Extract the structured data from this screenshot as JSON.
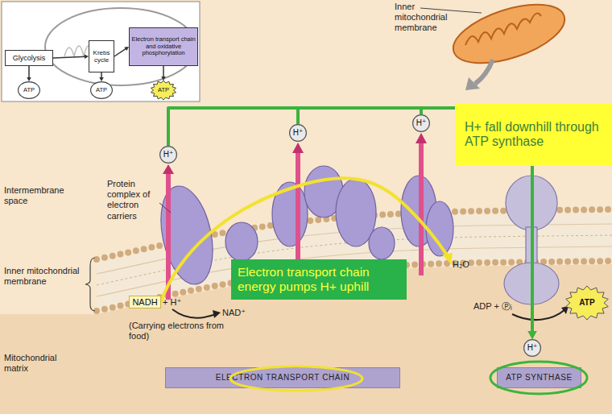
{
  "diagram": {
    "nodes": [
      {
        "text": [
          "Glycolysis"
        ]
      },
      {
        "text": [
          "Krebs cycle"
        ]
      },
      {
        "text": [
          "Electron transport chain and oxidative phosphorylation"
        ]
      },
      {
        "text": [
          "ATP"
        ]
      },
      {
        "text": [
          "ATP"
        ]
      },
      {
        "text": [
          "ATP"
        ]
      },
      {
        "text": [
          "H+ fall downhill through ATP synthase"
        ]
      },
      {
        "text": [
          "Electron transport chain energy pumps H+ uphill"
        ]
      },
      {
        "text": [
          "H⁺"
        ]
      },
      {
        "text": [
          "H⁺"
        ]
      },
      {
        "text": [
          "H⁺"
        ]
      },
      {
        "text": [
          "H⁺"
        ]
      },
      {
        "text": [
          "ATP"
        ]
      },
      {
        "text": [
          "ELECTRON TRANSPORT CHAIN"
        ]
      },
      {
        "text": [
          "ATP SYNTHASE"
        ]
      },
      {
        "text": [
          "NADH"
        ]
      }
    ],
    "edges": [
      {
        "from": 0,
        "to": 1,
        "arrow": "to"
      },
      {
        "from": 1,
        "to": 2,
        "arrow": "to"
      },
      {
        "from": 0,
        "to": 3,
        "arrow": "to"
      },
      {
        "from": 1,
        "to": 4,
        "arrow": "to"
      },
      {
        "from": 2,
        "to": 5,
        "arrow": "to"
      },
      {
        "from": 8,
        "to": 11,
        "arrow": "to"
      },
      {
        "from": 9,
        "to": 11,
        "arrow": "to"
      },
      {
        "from": 10,
        "to": 11,
        "arrow": "to"
      }
    ],
    "labels": [
      "Inner mitochondrial membrane",
      "Intermembrane space",
      "Protein complex of electron carriers",
      "Inner mitochondrial membrane",
      "+ H⁺",
      "NAD⁺",
      "(Carrying electrons from food)",
      "H₂O",
      "ADP + Ⓟᵢ",
      "Mitochondrial matrix"
    ]
  }
}
